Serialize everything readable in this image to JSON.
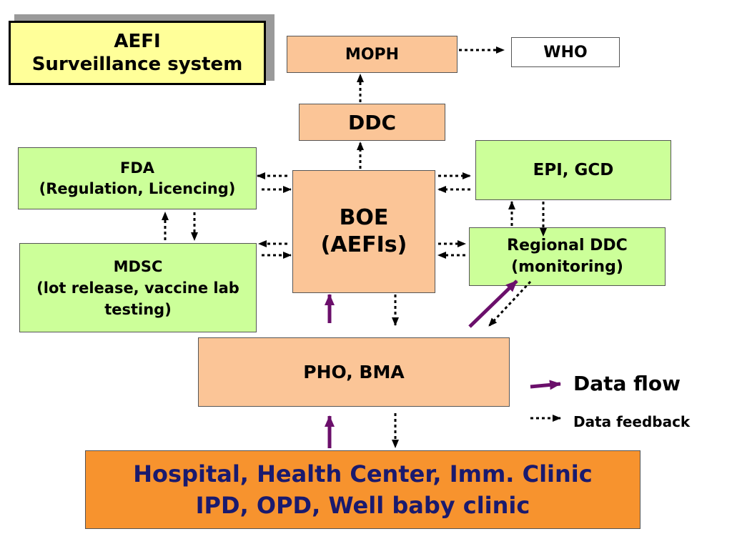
{
  "title": {
    "line1": "AEFI",
    "line2": "Surveillance system"
  },
  "nodes": {
    "moph": "MOPH",
    "who": "WHO",
    "ddc": "DDC",
    "fda": {
      "line1": "FDA",
      "line2": "(Regulation, Licencing)"
    },
    "boe": {
      "line1": "BOE",
      "line2": "(AEFIs)"
    },
    "epi": "EPI, GCD",
    "mdsc": {
      "line1": "MDSC",
      "line2": "(lot release, vaccine lab",
      "line3": "testing)"
    },
    "regional_ddc": {
      "line1": "Regional DDC",
      "line2": "(monitoring)"
    },
    "pho": "PHO, BMA",
    "hospital": {
      "line1": "Hospital, Health Center, Imm. Clinic",
      "line2": "IPD, OPD, Well baby clinic"
    }
  },
  "legend": {
    "data_flow": "Data flow",
    "data_feedback": "Data feedback"
  },
  "colors": {
    "node_tan": "#fbc597",
    "node_green": "#ccff99",
    "title_fill": "#ffff99",
    "hospital_fill": "#f7932e",
    "hospital_text": "#1a1a6e",
    "data_flow_arrow": "#6b0f6b",
    "feedback_arrow": "#000000"
  }
}
